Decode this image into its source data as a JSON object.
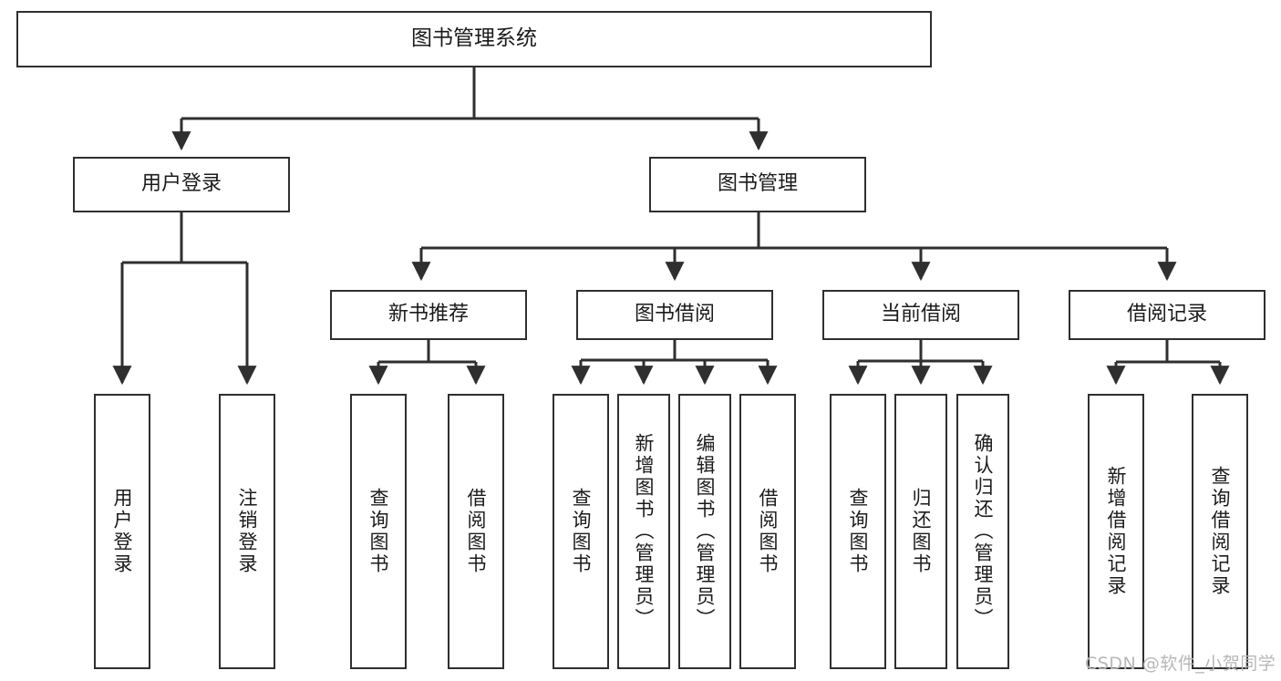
{
  "diagram": {
    "type": "tree",
    "title": "图书管理系统",
    "orientation": "top-down",
    "colors": {
      "border": "#2f2f2f",
      "fill": "#ffffff",
      "connector": "#2f2f2f",
      "text": "#1b1b1b",
      "watermark": "#b7b7b7"
    },
    "root": {
      "label": "图书管理系统"
    },
    "level2": [
      {
        "label": "用户登录"
      },
      {
        "label": "图书管理"
      }
    ],
    "level3": [
      {
        "label": "新书推荐"
      },
      {
        "label": "图书借阅"
      },
      {
        "label": "当前借阅"
      },
      {
        "label": "借阅记录"
      }
    ],
    "leaves": {
      "user_login": [
        {
          "label": "用户登录"
        },
        {
          "label": "注销登录"
        }
      ],
      "new_book_recommend": [
        {
          "label": "查询图书"
        },
        {
          "label": "借阅图书"
        }
      ],
      "book_borrow": [
        {
          "label": "查询图书"
        },
        {
          "label": "新增图书（管理员）"
        },
        {
          "label": "编辑图书（管理员）"
        },
        {
          "label": "借阅图书"
        }
      ],
      "current_borrow": [
        {
          "label": "查询图书"
        },
        {
          "label": "归还图书"
        },
        {
          "label": "确认归还（管理员）"
        }
      ],
      "borrow_record": [
        {
          "label": "新增借阅记录"
        },
        {
          "label": "查询借阅记录"
        }
      ]
    }
  },
  "watermark": {
    "text": "CSDN @软件_小贺同学"
  }
}
